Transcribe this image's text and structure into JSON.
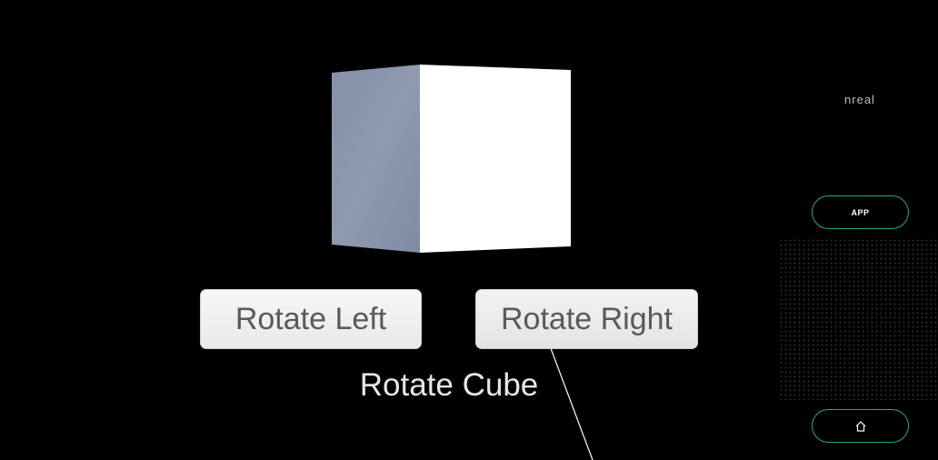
{
  "buttons": {
    "rotate_left_label": "Rotate Left",
    "rotate_right_label": "Rotate Right"
  },
  "caption": "Rotate Cube",
  "controller": {
    "brand": "nreal",
    "app_label": "APP",
    "home_icon": "home-icon",
    "accent_color": "#1fa89a"
  },
  "cube": {
    "front_color": "#ffffff",
    "side_color": "#8591a8"
  }
}
